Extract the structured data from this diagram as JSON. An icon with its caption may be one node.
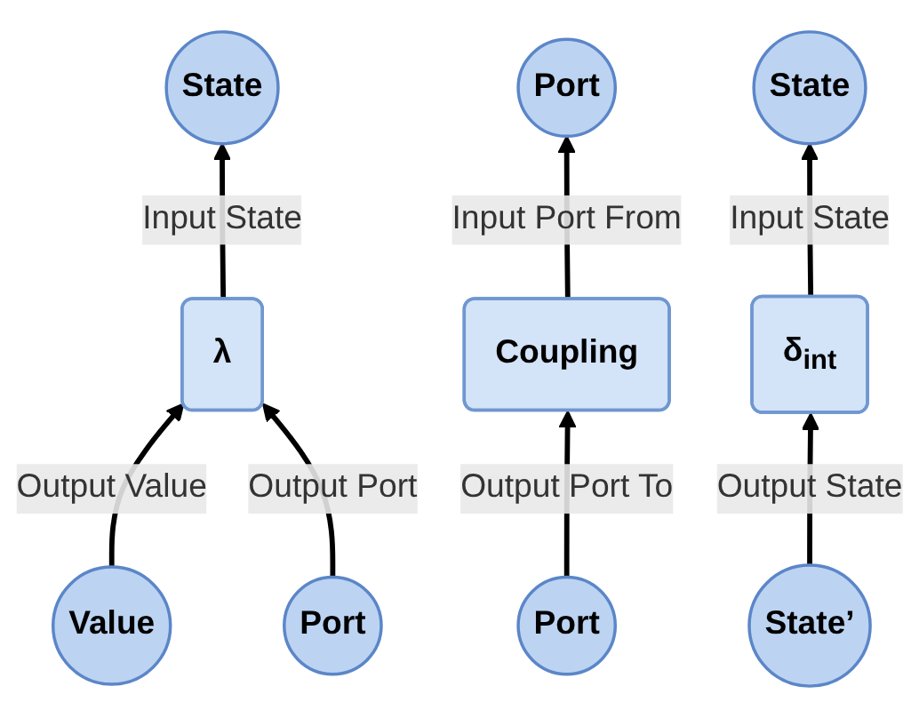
{
  "diagram": {
    "nodes": [
      {
        "text": [
          "State"
        ]
      },
      {
        "text": [
          "λ"
        ]
      },
      {
        "text": [
          "Value"
        ]
      },
      {
        "text": [
          "Port"
        ]
      },
      {
        "text": [
          "Port"
        ]
      },
      {
        "text": [
          "Coupling"
        ]
      },
      {
        "text": [
          "Port"
        ]
      },
      {
        "text": [
          "State"
        ]
      },
      {
        "text": [
          "δ$_{int}$"
        ]
      },
      {
        "text": [
          "State’"
        ]
      }
    ],
    "edges": [
      {
        "from": 1,
        "to": 0,
        "arrow": "to",
        "label": "Input State"
      },
      {
        "from": 2,
        "to": 1,
        "arrow": "to",
        "label": "Output Value"
      },
      {
        "from": 3,
        "to": 1,
        "arrow": "to",
        "label": "Output Port"
      },
      {
        "from": 5,
        "to": 4,
        "arrow": "to",
        "label": "Input Port From"
      },
      {
        "from": 6,
        "to": 5,
        "arrow": "to",
        "label": "Output Port To"
      },
      {
        "from": 8,
        "to": 7,
        "arrow": "to",
        "label": "Input State"
      },
      {
        "from": 9,
        "to": 8,
        "arrow": "to",
        "label": "Output State"
      }
    ]
  }
}
